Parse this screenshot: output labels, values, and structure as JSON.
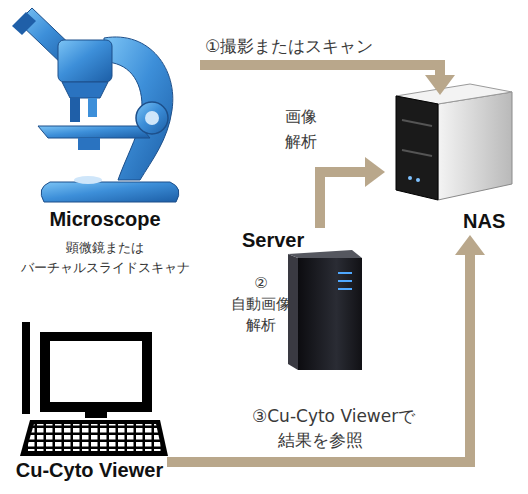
{
  "diagram": {
    "nodes": [
      {
        "text": [
          "Microscope",
          "顕微鏡または バーチャルスライドスキャナ"
        ]
      },
      {
        "text": [
          "NAS"
        ]
      },
      {
        "text": [
          "Server"
        ]
      },
      {
        "text": [
          "Cu-Cyto Viewer"
        ]
      }
    ],
    "edges": [
      {
        "from": 0,
        "to": 1,
        "arrow": "to",
        "label": "①撮影またはスキャン"
      },
      {
        "from": 2,
        "to": 1,
        "arrow": "to",
        "label": "画像 解析"
      },
      {
        "from": 3,
        "to": 1,
        "arrow": "to",
        "label": "③Cu-Cyto Viewerで 結果を参照"
      }
    ],
    "labels": [
      "② 自動画像 解析"
    ]
  }
}
